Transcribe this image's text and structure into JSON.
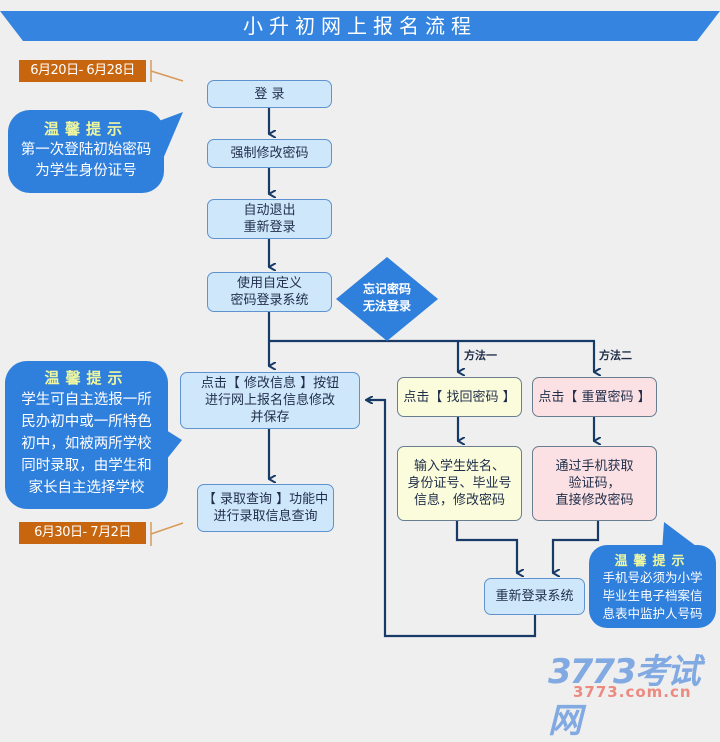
{
  "title": "小升初网上报名流程",
  "dates": {
    "phase1": "6月20日- 6月28日",
    "phase2": "6月30日- 7月2日"
  },
  "main_flow": {
    "login": "登 录",
    "force_change": "强制修改密码",
    "auto_logout": "自动退出\n重新登录",
    "custom_login": "使用自定义\n密码登录系统",
    "modify_info": "点击【 修改信息 】按钮\n进行网上报名信息修改\n并保存",
    "query": "【 录取查询 】功能中\n进行录取信息查询"
  },
  "decision": {
    "text": "忘记密码\n无法登录"
  },
  "methods": {
    "method1_label": "方法一",
    "method2_label": "方法二",
    "method1_step1": "点击【 找回密码 】",
    "method1_step2": "输入学生姓名、\n身份证号、毕业号\n信息，修改密码",
    "method2_step1": "点击【 重置密码 】",
    "method2_step2": "通过手机获取\n验证码，\n直接修改密码",
    "relogin": "重新登录系统"
  },
  "tips": {
    "title": "温馨提示",
    "tip1": "第一次登陆初始密码\n为学生身份证号",
    "tip2": "学生可自主选报一所\n民办初中或一所特色\n初中，如被两所学校\n同时录取，由学生和\n家长自主选择学校",
    "tip3": "手机号必须为小学\n毕业生电子档案信\n息表中监护人号码"
  },
  "watermark": {
    "brand": "3773考试网",
    "url": "3773.com.cn"
  },
  "colors": {
    "title_blue": "#3585e0",
    "bubble_blue": "#2f7fdc",
    "date_orange": "#c8660f",
    "box_blue": "#cfe7fb",
    "box_yellow": "#fbfcdb",
    "box_pink": "#fbe1e3",
    "arrow": "#173a66"
  }
}
